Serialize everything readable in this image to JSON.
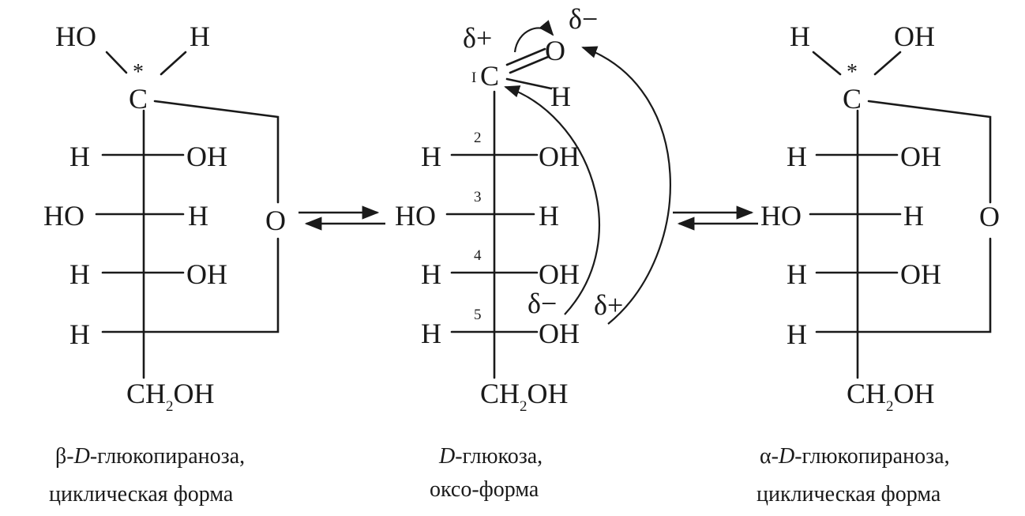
{
  "beta": {
    "top_left": "HO",
    "top_right": "H",
    "star": "*",
    "anomeric": "C",
    "rows": [
      [
        "H",
        "OH"
      ],
      [
        "HO",
        "H"
      ],
      [
        "H",
        "OH"
      ]
    ],
    "c5_left": "H",
    "ring_o": "O",
    "bottom_main": "CH",
    "bottom_sub": "2",
    "bottom_end": "OH",
    "caption_prefix": "β-",
    "caption_d": "D",
    "caption_rest": "-глюкопираноза,",
    "caption_line2": "циклическая форма"
  },
  "open": {
    "delta_plus_top": "δ+",
    "delta_minus_top": "δ−",
    "carbonyl_o": "O",
    "c1_mark": "I",
    "c1": "C",
    "c1_h": "H",
    "numbers": [
      "2",
      "3",
      "4",
      "5"
    ],
    "rows": [
      [
        "H",
        "OH"
      ],
      [
        "HO",
        "H"
      ],
      [
        "H",
        "OH"
      ],
      [
        "H",
        "OH"
      ]
    ],
    "delta_minus_oh": "δ−",
    "delta_plus_oh": "δ+",
    "bottom_main": "CH",
    "bottom_sub": "2",
    "bottom_end": "OH",
    "caption_d": "D",
    "caption_rest": "-глюкоза,",
    "caption_line2": "оксо-форма"
  },
  "alpha": {
    "top_left": "H",
    "top_right": "OH",
    "star": "*",
    "anomeric": "C",
    "rows": [
      [
        "H",
        "OH"
      ],
      [
        "HO",
        "H"
      ],
      [
        "H",
        "OH"
      ]
    ],
    "c5_left": "H",
    "ring_o": "O",
    "bottom_main": "CH",
    "bottom_sub": "2",
    "bottom_end": "OH",
    "caption_prefix": "α-",
    "caption_d": "D",
    "caption_rest": "-глюкопираноза,",
    "caption_line2": "циклическая форма"
  }
}
